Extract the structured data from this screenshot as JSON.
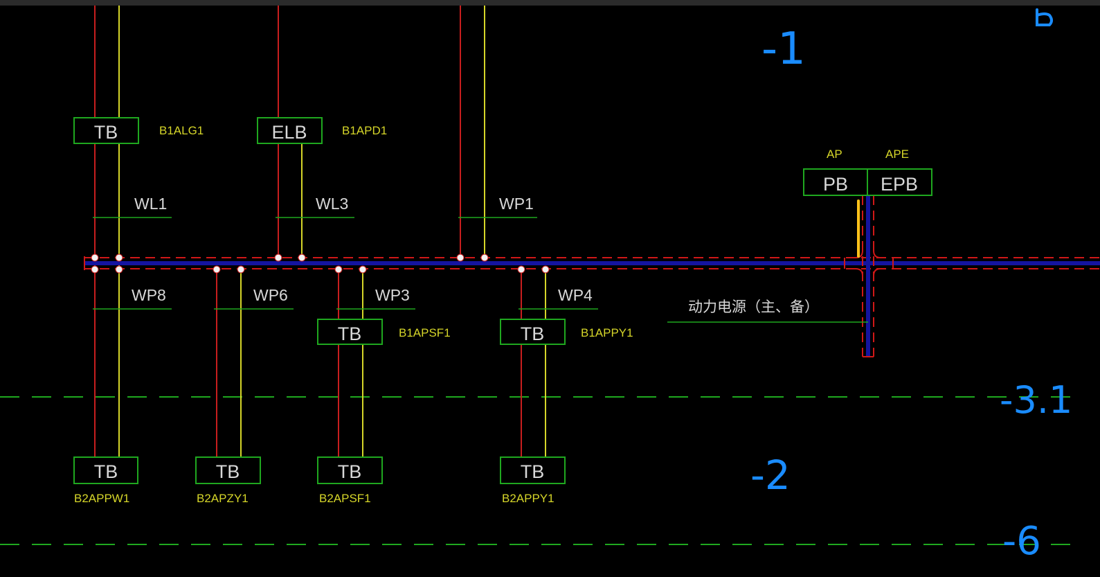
{
  "colors": {
    "background": "#000000",
    "top_bar": "#2b2b2b",
    "phase_line": "#c81e1e",
    "neutral_line": "#d6d629",
    "box_border": "#1fa81f",
    "box_text": "#d8d8d8",
    "tag_text": "#d6d629",
    "bus_blue": "#1414a0",
    "bus_red_dash": "#d01818",
    "floor_dash": "#1fa81f",
    "handwriting": "#1a8cff",
    "highlight": "#ffc21a",
    "terminal": "#f2f2f2"
  },
  "boxes": {
    "tb1": "TB",
    "elb": "ELB",
    "pb": "PB",
    "epb": "EPB",
    "tb_b1apsf1": "TB",
    "tb_b1appy1": "TB",
    "tb_b2appw1": "TB",
    "tb_b2apzy1": "TB",
    "tb_b2apsf1": "TB",
    "tb_b2appy1": "TB"
  },
  "tags": {
    "b1alg1": "B1ALG1",
    "b1apd1": "B1APD1",
    "ap": "AP",
    "ape": "APE",
    "b1apsf1": "B1APSF1",
    "b1appy1": "B1APPY1",
    "b2appw1": "B2APPW1",
    "b2apzy1": "B2APZY1",
    "b2apsf1": "B2APSF1",
    "b2appy1": "B2APPY1"
  },
  "circuits": {
    "wl1": "WL1",
    "wl3": "WL3",
    "wp1": "WP1",
    "wp8": "WP8",
    "wp6": "WP6",
    "wp3": "WP3",
    "wp4": "WP4"
  },
  "power_source_label": "动力电源（主、备）",
  "floor_marks": {
    "m1": "-1",
    "m31": "-3.1",
    "m2": "-2",
    "m6": "-6"
  }
}
